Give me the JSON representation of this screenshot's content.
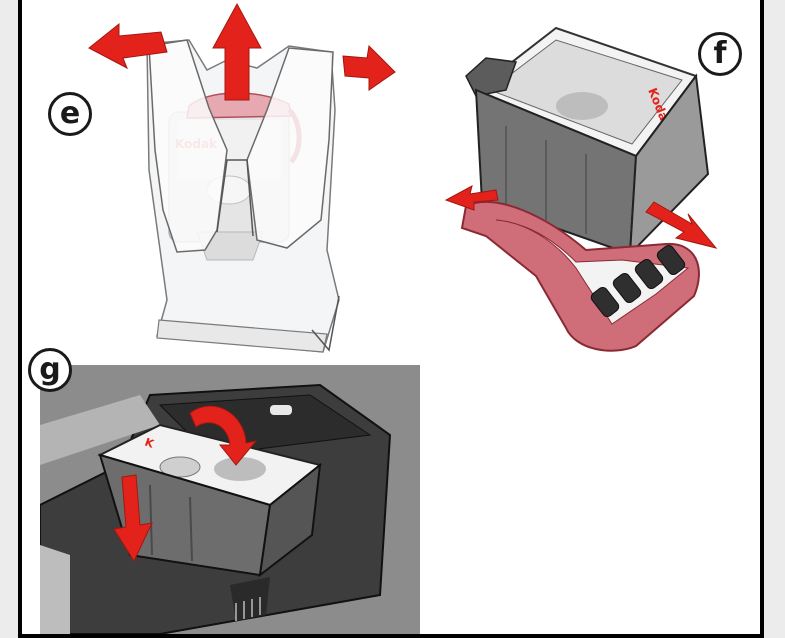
{
  "steps": {
    "e": "e",
    "f": "f",
    "g": "g"
  },
  "brand": {
    "logo_text": "Kodak"
  },
  "colors": {
    "arrow_red": "#e3231b",
    "clip_pink": "#c8505e",
    "cartridge_gray": "#6e6e6e",
    "printer_dark": "#3a3a3a"
  },
  "icons": {
    "arrow": "red-arrow-icon"
  }
}
